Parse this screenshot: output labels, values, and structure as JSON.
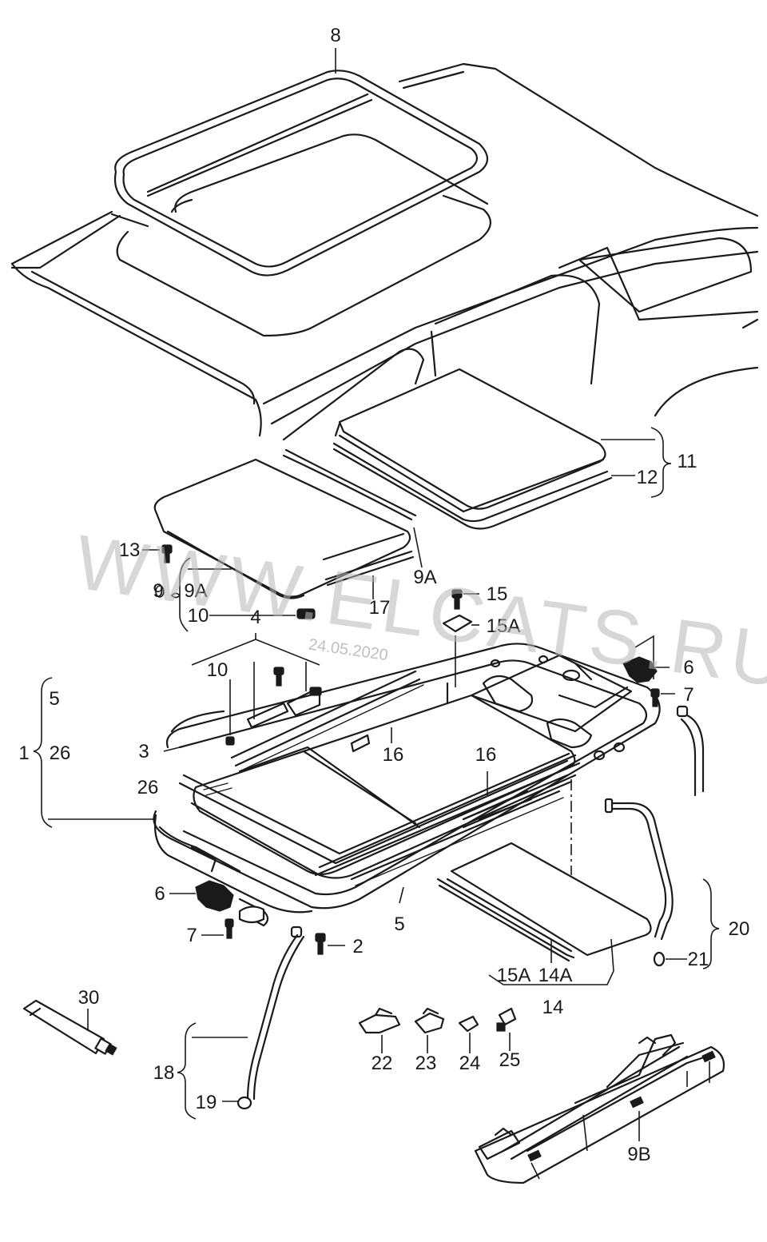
{
  "callouts": {
    "c1": "1",
    "c2": "2",
    "c3": "3",
    "c4": "4",
    "c5a": "5",
    "c5b": "5",
    "c6a": "6",
    "c6b": "6",
    "c7a": "7",
    "c7b": "7",
    "c8": "8",
    "c9": "9",
    "c9a_top": "9A",
    "c9a_right": "9A",
    "c9b": "9B",
    "c10a": "10",
    "c10b": "10",
    "c11": "11",
    "c12": "12",
    "c13": "13",
    "c14": "14",
    "c14a": "14A",
    "c15": "15",
    "c15a_top": "15A",
    "c15a_bottom": "15A",
    "c16a": "16",
    "c16b": "16",
    "c17": "17",
    "c18": "18",
    "c19": "19",
    "c20": "20",
    "c21": "21",
    "c22": "22",
    "c23": "23",
    "c24": "24",
    "c25": "25",
    "c26a": "26",
    "c26b": "26",
    "c30": "30"
  },
  "watermark": {
    "site": "WWW.ELCATS.RU",
    "date": "24.05.2020"
  }
}
